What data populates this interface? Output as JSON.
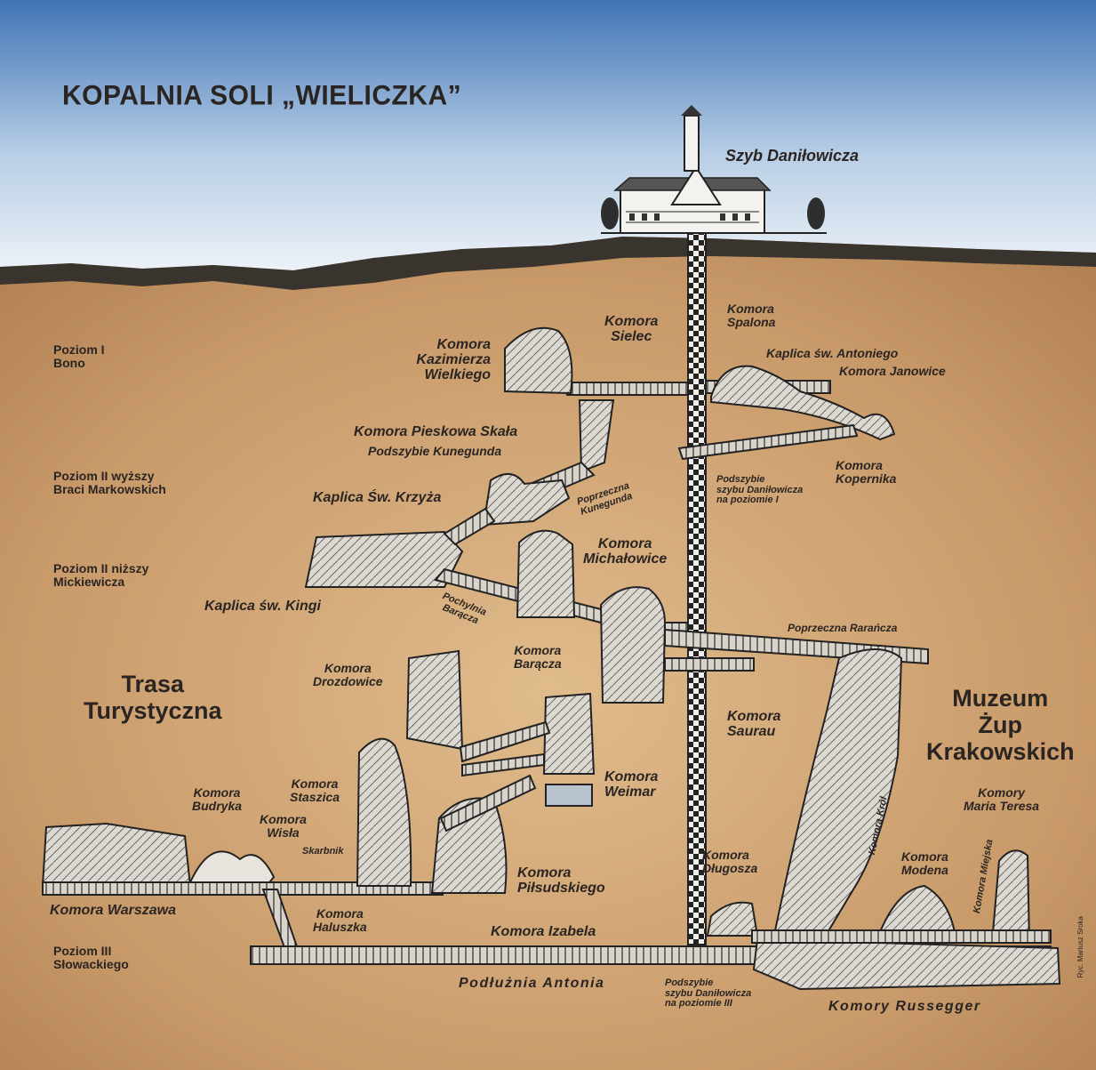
{
  "title": "KOPALNIA SOLI „WIELICZKA”",
  "colors": {
    "sky_top": "#3f74b6",
    "sky_bottom": "#f3f6fa",
    "earth": "#c99a6a",
    "earth_dark": "#a8784c",
    "topsoil": "#3a342e",
    "ink": "#2a2522"
  },
  "levels": {
    "poziom_1": "Poziom I\nBono",
    "poziom_2_upper": "Poziom II wyższy\nBraci Markowskich",
    "poziom_2_lower": "Poziom II niższy\nMickiewicza",
    "poziom_3": "Poziom III\nSłowackiego"
  },
  "routes": {
    "trasa": "Trasa\nTurystyczna",
    "muzeum": "Muzeum\nŻup\nKrakowskich"
  },
  "labels": {
    "szyb": "Szyb Daniłowicza",
    "sielec": "Komora\nSielec",
    "spalona": "Komora\nSpalona",
    "antoni": "Kaplica św. Antoniego",
    "janowice": "Komora Janowice",
    "kazimierz": "Komora\nKazimierza\nWielkiego",
    "pieskowa": "Komora Pieskowa Skała",
    "kunegunda": "Podszybie Kunegunda",
    "krzyz": "Kaplica Św. Krzyża",
    "poprz_kunegunda": "Poprzeczna\nKunegunda",
    "podszybie_1": "Podszybie\nszybu Daniłowicza\nna poziomie I",
    "kopernik": "Komora\nKopernika",
    "michalowice": "Komora\nMichałowice",
    "kinga": "Kaplica św. Kingi",
    "pochylnia": "Pochylnia\nBarącza",
    "baracz": "Komora\nBarącza",
    "raranicza": "Poprzeczna Rarańcza",
    "drozdowice": "Komora\nDrozdowice",
    "saurau": "Komora\nSaurau",
    "weimar": "Komora\nWeimar",
    "staszic": "Komora\nStaszica",
    "budryk": "Komora\nBudryka",
    "wisla": "Komora\nWisła",
    "skarbnik": "Skarbnik",
    "pilsudski": "Komora\nPiłsudskiego",
    "maria_teresa": "Komory\nMaria Teresa",
    "dlugosz": "Komora\nDługosza",
    "krol": "Komora Król",
    "modena": "Komora\nModena",
    "miejska": "Komora Miejska",
    "warszawa": "Komora Warszawa",
    "haluszka": "Komora\nHaluszka",
    "izabela": "Komora Izabela",
    "antonia": "Podłużnia Antonia",
    "podszybie_3": "Podszybie\nszybu Daniłowicza\nna poziomie III",
    "russegger": "Komory  Russegger"
  },
  "credit": "Ryc. Mariusz Sroka"
}
